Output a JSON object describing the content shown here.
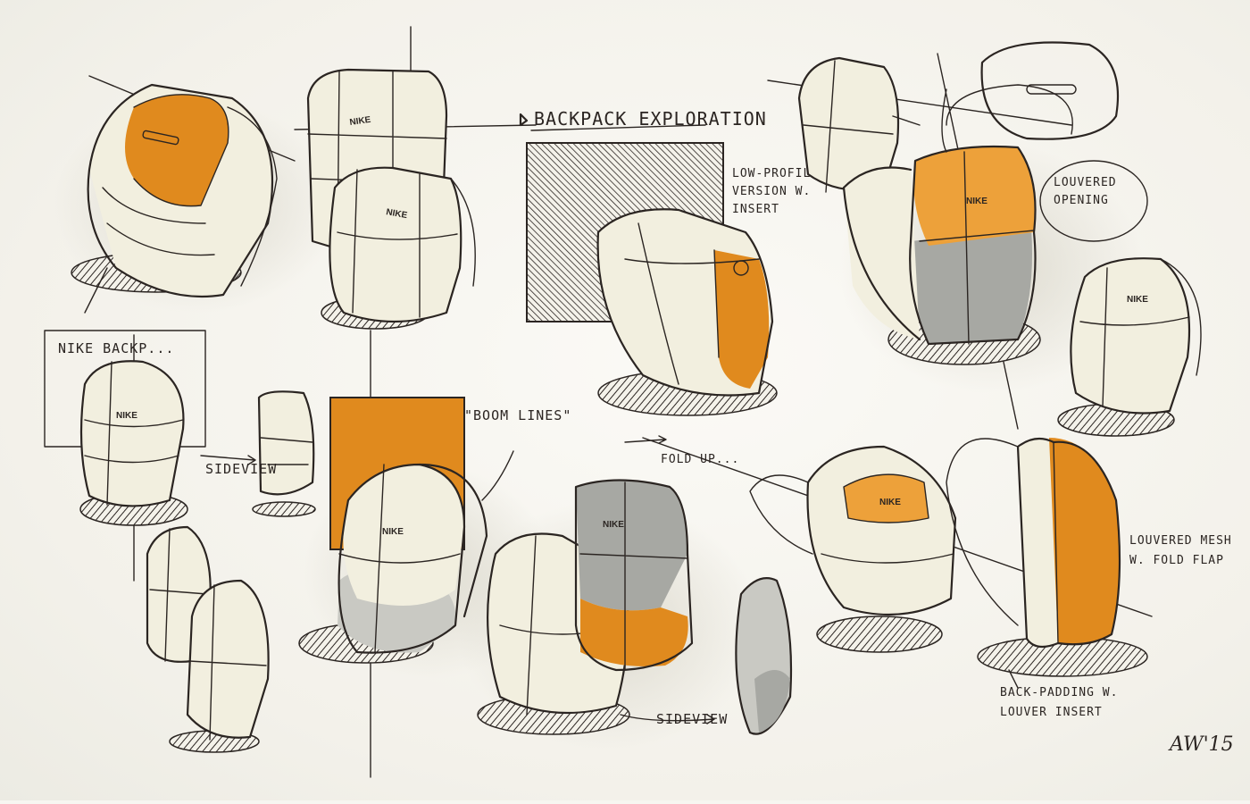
{
  "sketch": {
    "title": "BACKPACK EXPLORATION",
    "logo_text": "NIKE",
    "signature": "AW'15",
    "annotations": {
      "nike_backpack": "NIKE BACKP...",
      "low_profile": "LOW-PROFILE VERSION W. INSERT",
      "louvered_opening": "LOUVERED OPENING",
      "boom_lines": "\"BOOM LINES\"",
      "fold_up": "FOLD UP...",
      "louvered_mesh": "LOUVERED MESH W. FOLD FLAP",
      "back_padding": "BACK-PADDING W. LOUVER INSERT",
      "sideview_left": "SIDEVIEW",
      "sideview_bottom": "SIDEVIEW"
    }
  },
  "colors": {
    "paper": "#f7f6f1",
    "ink": "#2b2522",
    "marker_orange": "#e08a1e",
    "marker_grey": "#a7a8a3"
  }
}
